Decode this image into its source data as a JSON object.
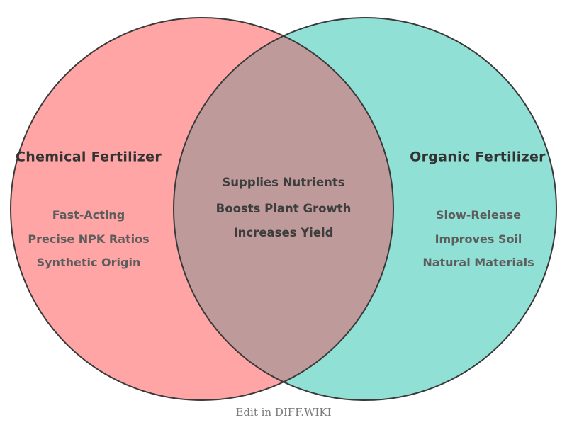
{
  "venn": {
    "left": {
      "title": "Chemical Fertilizer",
      "items": [
        "Fast-Acting",
        "Precise NPK Ratios",
        "Synthetic Origin"
      ],
      "fill": "#FFA5A5"
    },
    "right": {
      "title": "Organic Fertilizer",
      "items": [
        "Slow-Release",
        "Improves Soil",
        "Natural Materials"
      ],
      "fill": "#90E0D5"
    },
    "overlap": {
      "items": [
        "Supplies Nutrients",
        "Boosts Plant Growth",
        "Increases Yield"
      ],
      "fill": "#BF9A9A"
    },
    "outline_color": "#3A3A3A",
    "footer": {
      "label": "Edit in DIFF.WIKI"
    }
  }
}
